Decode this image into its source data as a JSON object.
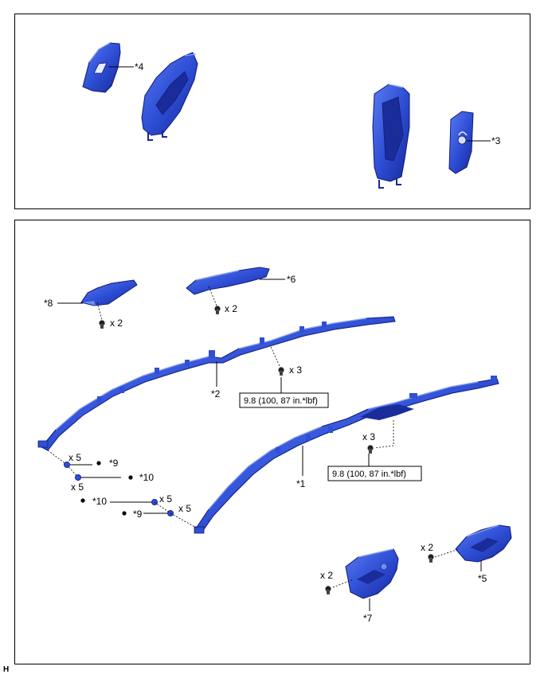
{
  "figure_id": "H",
  "callouts": {
    "c1": "*1",
    "c2": "*2",
    "c3": "*3",
    "c4": "*4",
    "c5": "*5",
    "c6": "*6",
    "c7": "*7",
    "c8": "*8",
    "c9a": "*9",
    "c9b": "*9",
    "c10a": "*10",
    "c10b": "*10"
  },
  "quantities": {
    "q_part8": "x 2",
    "q_part6": "x 2",
    "q_center": "x 3",
    "q_right": "x 3",
    "q_left5a": "x 5",
    "q_left5b": "x 5",
    "q_right5a": "x 5",
    "q_right5b": "x 5",
    "q_part7": "x 2",
    "q_part5": "x 2"
  },
  "torque": {
    "t1": "9.8 (100, 87 in.*lbf)",
    "t2": "9.8 (100, 87 in.*lbf)"
  },
  "colors": {
    "part_fill": "#2f4fd6",
    "part_dark": "#1a2c9a",
    "part_light": "#6f8ef0",
    "bolt": "#333333"
  }
}
